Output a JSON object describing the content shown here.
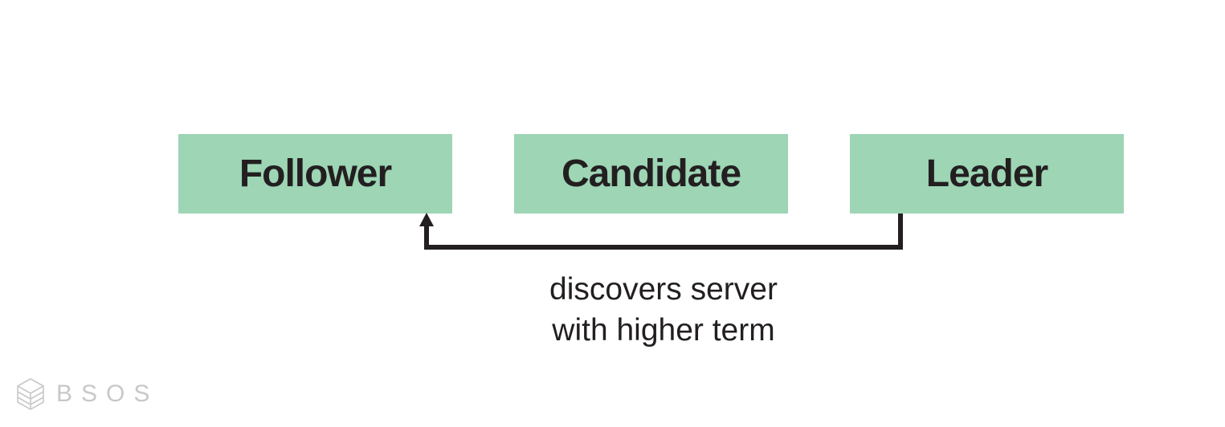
{
  "diagram": {
    "states": [
      {
        "id": "follower",
        "label": "Follower"
      },
      {
        "id": "candidate",
        "label": "Candidate"
      },
      {
        "id": "leader",
        "label": "Leader"
      }
    ],
    "transitions": [
      {
        "from": "leader",
        "to": "follower",
        "label_lines": [
          "discovers server",
          "with higher term"
        ]
      }
    ]
  },
  "logo": {
    "text": "BSOS",
    "icon": "cube-stack-icon"
  },
  "colors": {
    "state_fill": "#9dd5b5",
    "text": "#231f20",
    "arrow": "#231f20",
    "logo": "#c8c8c8"
  }
}
